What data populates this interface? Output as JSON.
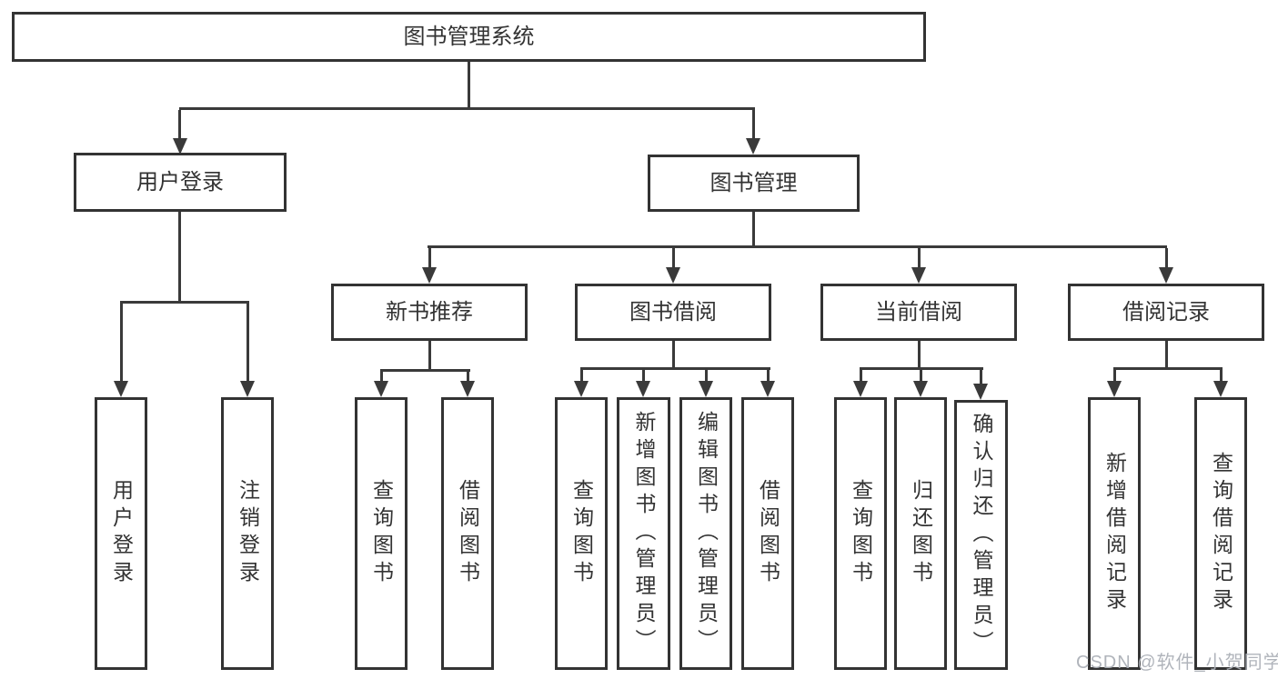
{
  "diagram": {
    "root": {
      "label": "图书管理系统"
    },
    "level2": [
      {
        "label": "用户登录",
        "children": [
          {
            "label": "用户登录"
          },
          {
            "label": "注销登录"
          }
        ]
      },
      {
        "label": "图书管理",
        "children": [
          {
            "label": "新书推荐",
            "children": [
              {
                "label": "查询图书"
              },
              {
                "label": "借阅图书"
              }
            ]
          },
          {
            "label": "图书借阅",
            "children": [
              {
                "label": "查询图书"
              },
              {
                "label": "新增图书（管理员）"
              },
              {
                "label": "编辑图书（管理员）"
              },
              {
                "label": "借阅图书"
              }
            ]
          },
          {
            "label": "当前借阅",
            "children": [
              {
                "label": "查询图书"
              },
              {
                "label": "归还图书"
              },
              {
                "label": "确认归还（管理员）"
              }
            ]
          },
          {
            "label": "借阅记录",
            "children": [
              {
                "label": "新增借阅记录"
              },
              {
                "label": "查询借阅记录"
              }
            ]
          }
        ]
      }
    ]
  },
  "watermark": {
    "text": "CSDN @软件_小贺同学"
  },
  "colors": {
    "line": "#3a3a3a",
    "border": "#333333",
    "text": "#333333",
    "watermark": "#acb0b7",
    "background": "#ffffff"
  }
}
